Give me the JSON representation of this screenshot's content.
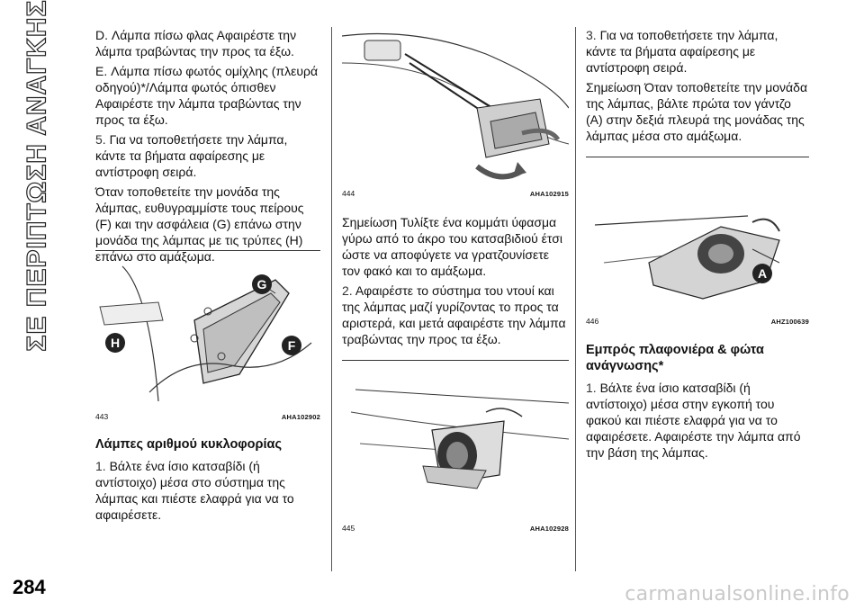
{
  "sidebar": {
    "section_title": "ΣΕ ΠΕΡΙΠΤΩΣΗ ΑΝΑΓΚΗΣ"
  },
  "page_number": "284",
  "watermark": "carmanualsonline.info",
  "column1": {
    "p1": "D. Λάμπα πίσω φλας Αφαιρέστε την λάμπα τραβώντας την προς τα έξω.",
    "p2": "E. Λάμπα πίσω φωτός ομίχλης (πλευρά οδηγού)*/Λάμπα φωτός όπισθεν Αφαιρέστε την λάμπα τραβώντας την προς τα έξω.",
    "p3_num": "5.",
    "p3": "Για να τοποθετήσετε την λάμπα, κάντε τα βήματα αφαίρεσης με αντίστροφη σειρά.",
    "p4": "Όταν τοποθετείτε την μονάδα της λάμπας, ευθυγραμμίστε τους πείρους (F) και την ασφάλεια (G) επάνω στην μονάδα της λάμπας με τις τρύπες (H) επάνω στο αμάξωμα.",
    "figure": {
      "number": "443",
      "code": "AHA102902",
      "labels": {
        "g": "G",
        "h": "H",
        "f": "F"
      }
    },
    "heading": "Λάμπες αριθμού κυκλοφορίας",
    "p5_num": "1.",
    "p5": "Βάλτε ένα ίσιο κατσαβίδι (ή αντίστοιχο) μέσα στο σύστημα της λάμπας και πιέστε ελαφρά για να το αφαιρέσετε."
  },
  "column2": {
    "figure1": {
      "number": "444",
      "code": "AHA102915"
    },
    "p1": "Σημείωση Τυλίξτε ένα κομμάτι ύφασμα γύρω από το άκρο του κατσαβιδιού έτσι ώστε να αποφύγετε να γρατζουνίσετε τον φακό και το αμάξωμα.",
    "p2_num": "2.",
    "p2": "Αφαιρέστε το σύστημα του ντουί και της λάμπας μαζί γυρίζοντας το προς τα αριστερά, και μετά αφαιρέστε την λάμπα τραβώντας την προς τα έξω.",
    "figure2": {
      "number": "445",
      "code": "AHA102928"
    }
  },
  "column3": {
    "p1_num": "3.",
    "p1": "Για να τοποθετήσετε την λάμπα, κάντε τα βήματα αφαίρεσης με αντίστροφη σειρά.",
    "p2": "Σημείωση Όταν τοποθετείτε την μονάδα της λάμπας, βάλτε πρώτα τον γάντζο (A) στην δεξιά πλευρά της μονάδας της λάμπας μέσα στο αμάξωμα.",
    "figure": {
      "number": "446",
      "code": "AHZ100639",
      "labels": {
        "a": "A"
      }
    },
    "heading": "Εμπρός πλαφονιέρα & φώτα ανάγνωσης*",
    "p3_num": "1.",
    "p3": "Βάλτε ένα ίσιο κατσαβίδι (ή αντίστοιχο) μέσα στην εγκοπή του φακού και πιέστε ελαφρά για να το αφαιρέσετε. Αφαιρέστε την λάμπα από την βάση της λάμπας."
  }
}
